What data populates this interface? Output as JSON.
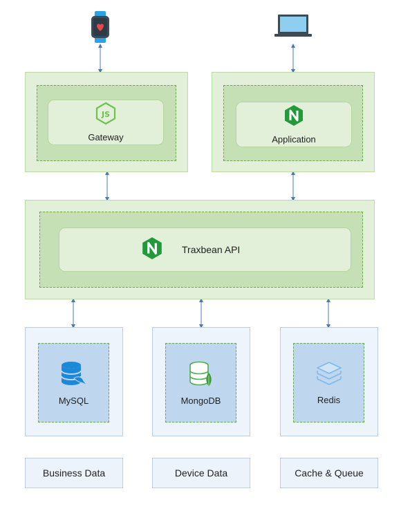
{
  "devices": {
    "watch_icon": "smartwatch-icon",
    "laptop_icon": "laptop-icon"
  },
  "gateway": {
    "label": "Gateway",
    "icon": "nodejs-icon"
  },
  "application": {
    "label": "Application",
    "icon": "nginx-icon"
  },
  "api": {
    "label": "Traxbean API",
    "icon": "nginx-icon"
  },
  "databases": [
    {
      "label": "MySQL",
      "icon": "mysql-icon"
    },
    {
      "label": "MongoDB",
      "icon": "mongodb-icon"
    },
    {
      "label": "Redis",
      "icon": "redis-icon"
    }
  ],
  "footers": [
    {
      "label": "Business Data"
    },
    {
      "label": "Device Data"
    },
    {
      "label": "Cache & Queue"
    }
  ],
  "colors": {
    "green_outer": "#e2f0d9",
    "green_mid": "#c5e0b4",
    "blue_outer": "#eef4fb",
    "blue_inner": "#bed7ee",
    "arrow": "#4a78b5",
    "nginx_green": "#229a3a",
    "node_green": "#6cc24a",
    "mysql_blue": "#1e88d8",
    "mongo_green": "#4caf50",
    "redis_blue": "#7fb8e8"
  }
}
